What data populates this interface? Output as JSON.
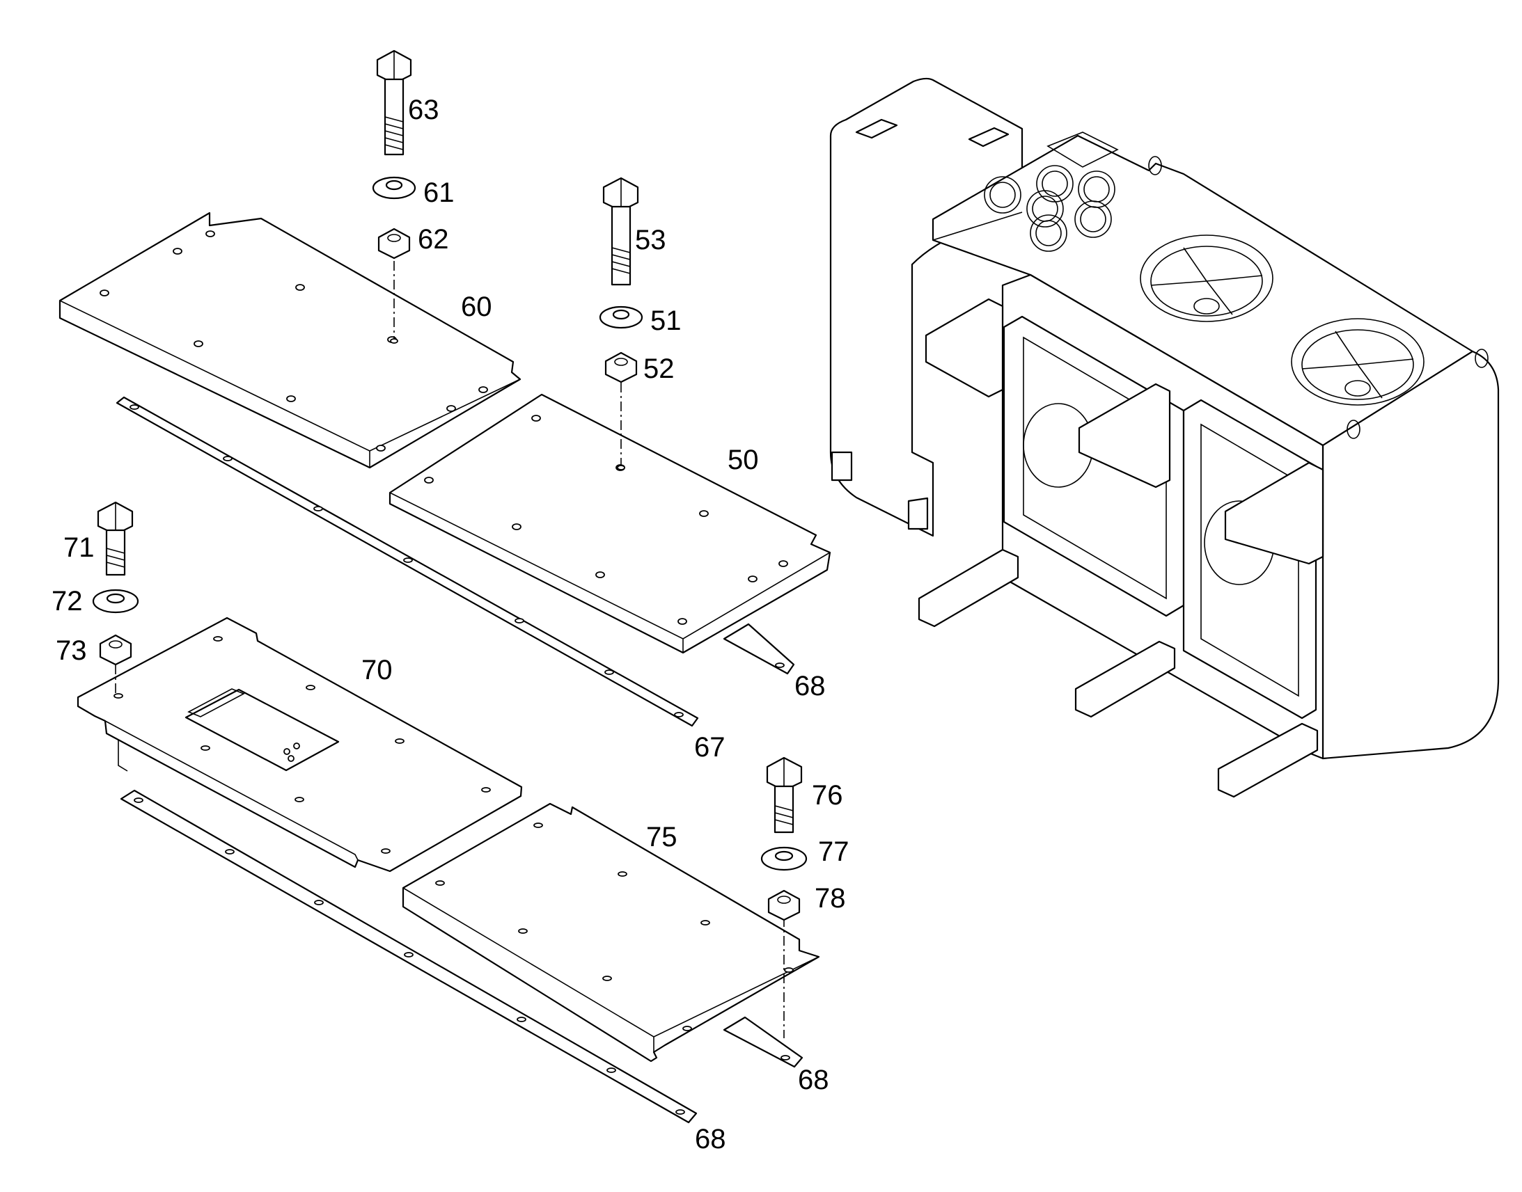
{
  "diagram": {
    "callouts": {
      "c50": "50",
      "c51": "51",
      "c52": "52",
      "c53": "53",
      "c60": "60",
      "c61": "61",
      "c62": "62",
      "c63": "63",
      "c67": "67",
      "c68a": "68",
      "c68b": "68",
      "c68c": "68",
      "c70": "70",
      "c71": "71",
      "c72": "72",
      "c73": "73",
      "c75": "75",
      "c76": "76",
      "c77": "77",
      "c78": "78"
    }
  }
}
